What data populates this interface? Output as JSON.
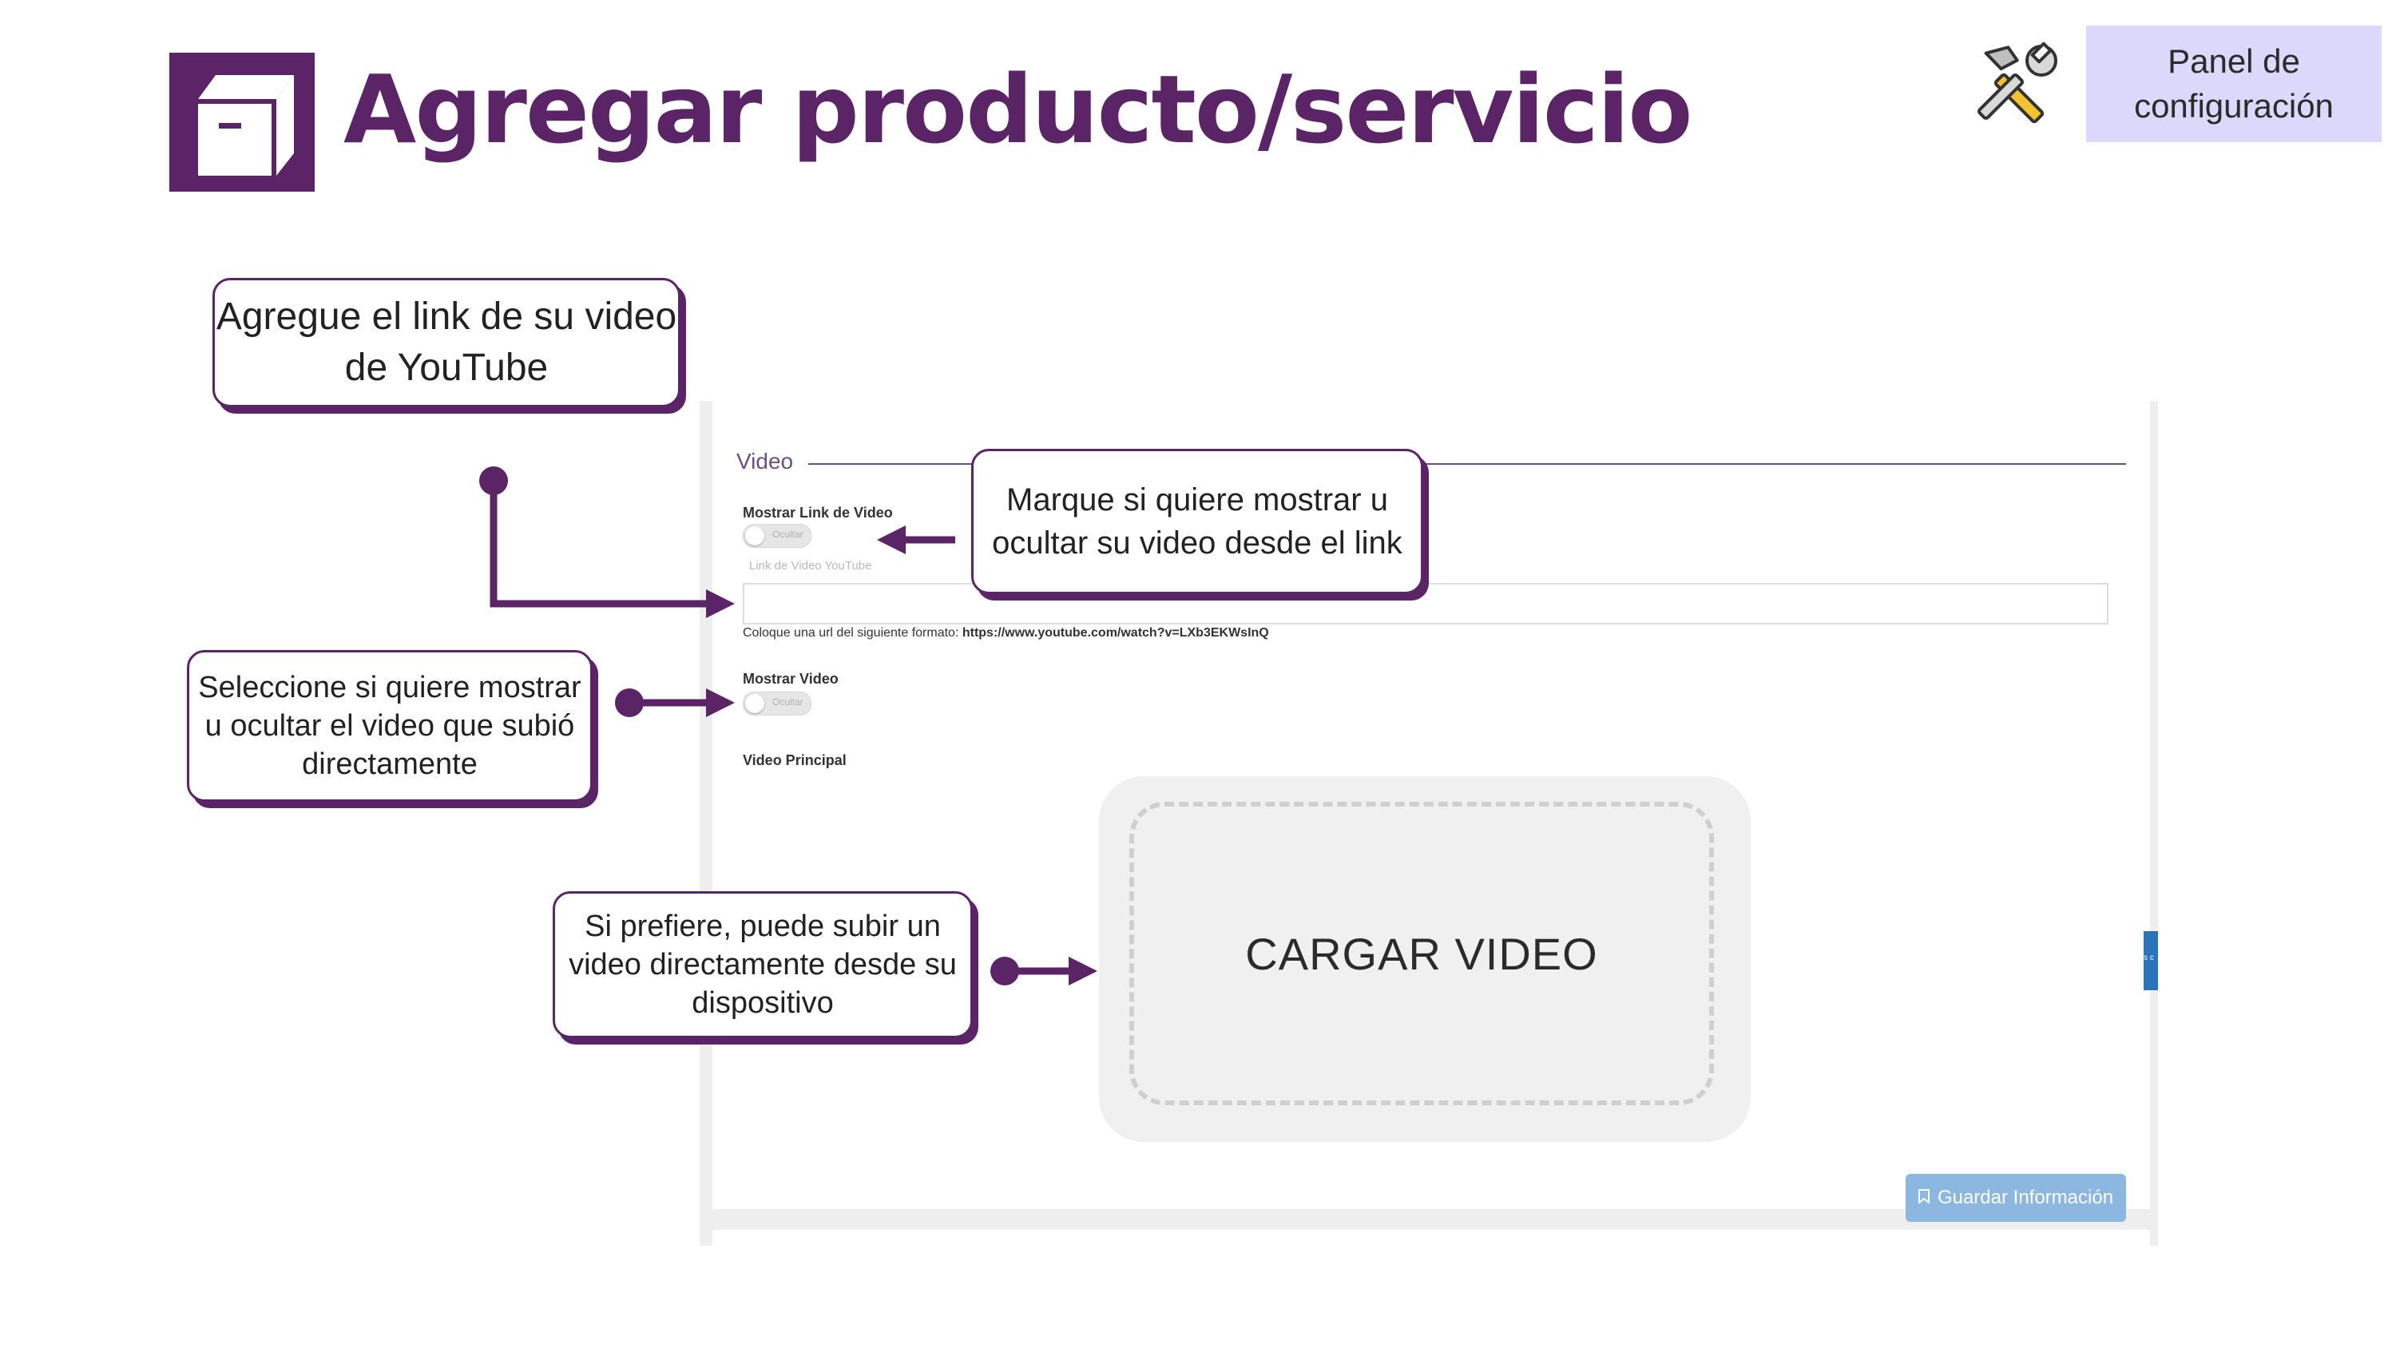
{
  "header": {
    "title": "Agregar producto/servicio",
    "logo_icon": "box-icon",
    "tools_icon": "tools-icon",
    "panel_button": "Panel de configuración"
  },
  "colors": {
    "brand": "#5b2467",
    "panel_button_bg": "#dcd8fb",
    "save_button_bg": "#8cb7e0",
    "side_tab": "#2b74b9"
  },
  "form": {
    "section_title": "Video",
    "show_link_label": "Mostrar Link de Video",
    "show_link_toggle": "Ocultar",
    "link_placeholder_label": "Link de Video YouTube",
    "link_value": "",
    "hint_prefix": "Coloque una url del siguiente formato:",
    "hint_url": "https://www.youtube.com/watch?v=LXb3EKWsInQ",
    "show_video_label": "Mostrar Video",
    "show_video_toggle": "Ocultar",
    "main_video_label": "Video Principal",
    "upload_label": "CARGAR VIDEO",
    "side_tab_text": "s c",
    "save_button": "Guardar Información"
  },
  "callouts": {
    "youtube_link": "Agregue el link de su video de YouTube",
    "show_hide_link": "Marque si quiere mostrar u ocultar su video desde el link",
    "show_hide_uploaded": "Seleccione si quiere mostrar u ocultar el video que subió directamente",
    "upload_device": "Si prefiere, puede subir un video directamente desde su dispositivo"
  }
}
